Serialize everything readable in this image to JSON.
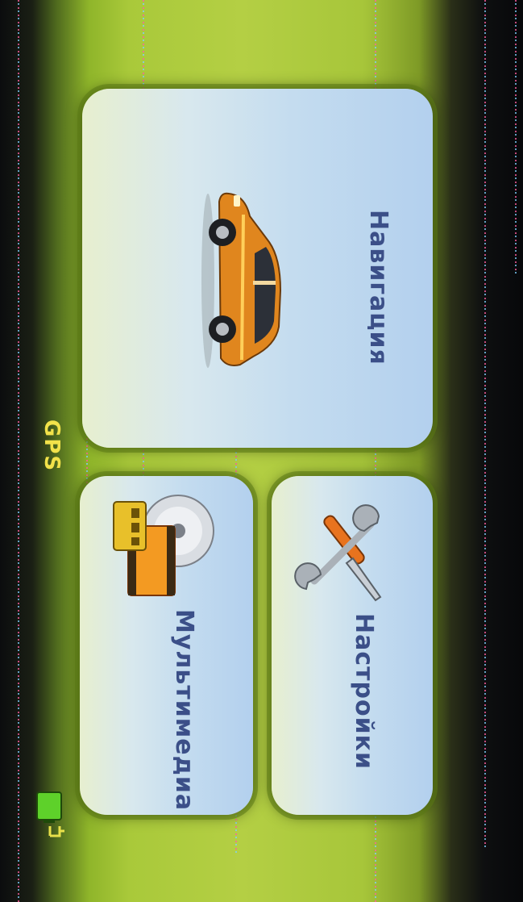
{
  "menu": {
    "navigation_label": "Навигация",
    "settings_label": "Настройки",
    "multimedia_label": "Мультимедиа"
  },
  "status": {
    "gps_label": "GPS"
  },
  "icons": {
    "navigation": "car-icon",
    "settings": "tools-icon",
    "multimedia": "media-icon",
    "battery": "battery-charging-icon"
  },
  "colors": {
    "label_text": "#3b4f88",
    "gps_text": "#f2e24a",
    "panel_frame": "#8fb52a",
    "battery_fill": "#5ed12a"
  }
}
